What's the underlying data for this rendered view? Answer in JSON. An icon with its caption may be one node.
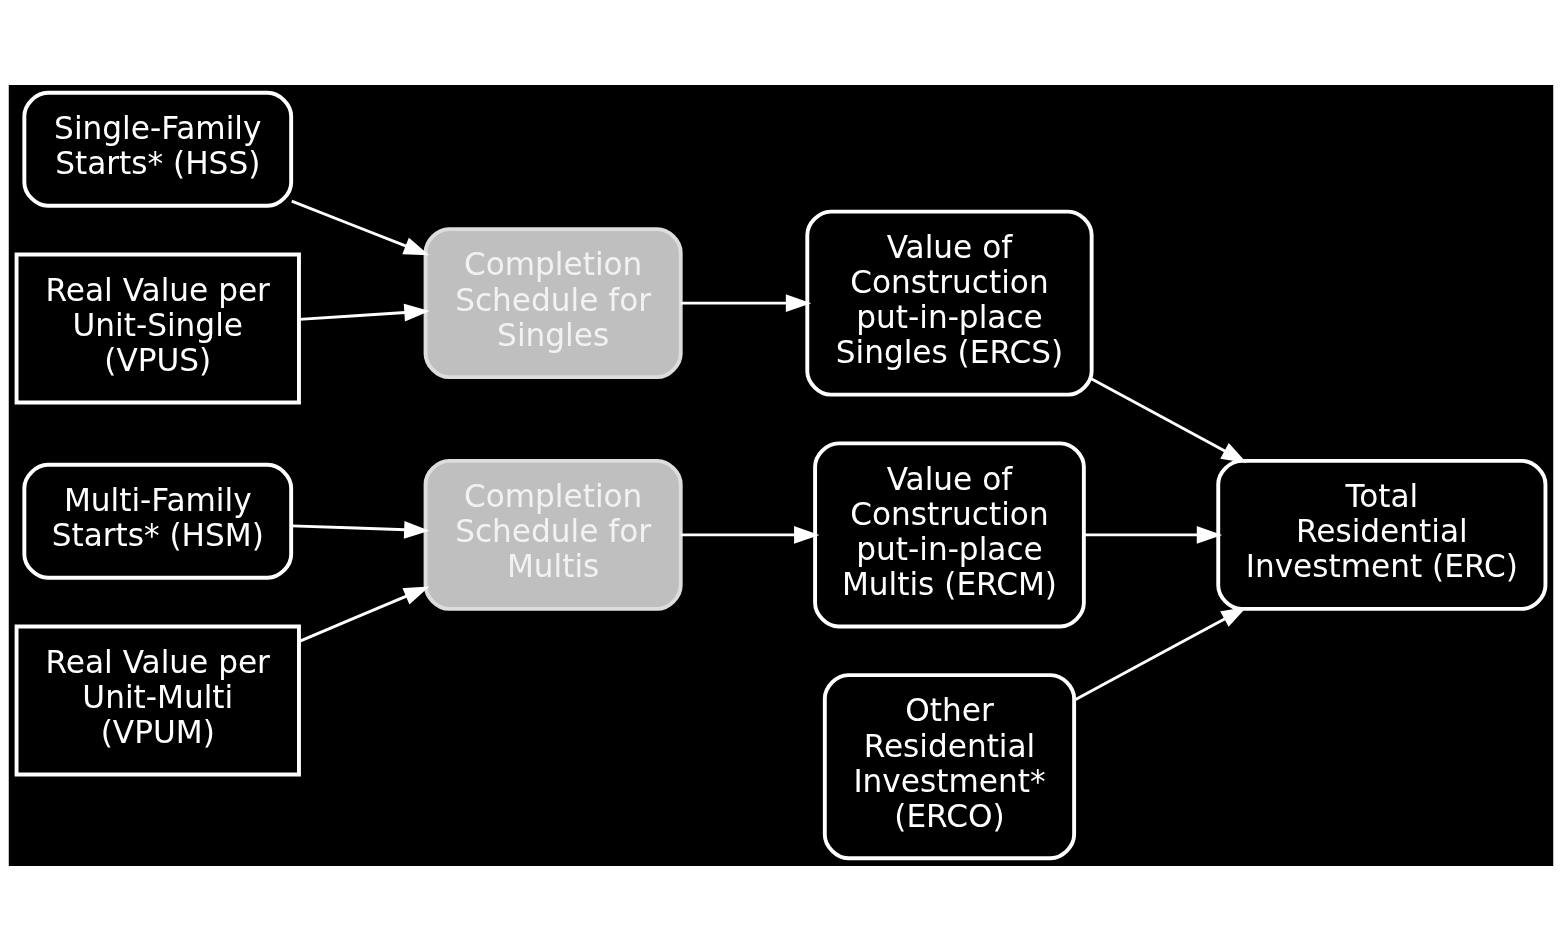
{
  "diagram": {
    "nodes": [
      {
        "text": [
          "Single-Family Starts* (HSS)"
        ]
      },
      {
        "text": [
          "Real Value per Unit-Single (VPUS)"
        ]
      },
      {
        "text": [
          "Completion Schedule for Singles"
        ]
      },
      {
        "text": [
          "Value of Construction put-in-place Singles (ERCS)"
        ]
      },
      {
        "text": [
          "Multi-Family Starts* (HSM)"
        ]
      },
      {
        "text": [
          "Real Value per Unit-Multi (VPUM)"
        ]
      },
      {
        "text": [
          "Completion Schedule for Multis"
        ]
      },
      {
        "text": [
          "Value of Construction put-in-place Multis (ERCM)"
        ]
      },
      {
        "text": [
          "Total Residential Investment (ERC)"
        ]
      },
      {
        "text": [
          "Other Residential Investment* (ERCO)"
        ]
      }
    ],
    "edges": [
      {
        "from": 0,
        "to": 2,
        "arrow": "to"
      },
      {
        "from": 1,
        "to": 2,
        "arrow": "to"
      },
      {
        "from": 2,
        "to": 3,
        "arrow": "to"
      },
      {
        "from": 3,
        "to": 8,
        "arrow": "to"
      },
      {
        "from": 4,
        "to": 6,
        "arrow": "to"
      },
      {
        "from": 5,
        "to": 6,
        "arrow": "to"
      },
      {
        "from": 6,
        "to": 7,
        "arrow": "to"
      },
      {
        "from": 7,
        "to": 8,
        "arrow": "to"
      },
      {
        "from": 9,
        "to": 8,
        "arrow": "to"
      }
    ]
  }
}
